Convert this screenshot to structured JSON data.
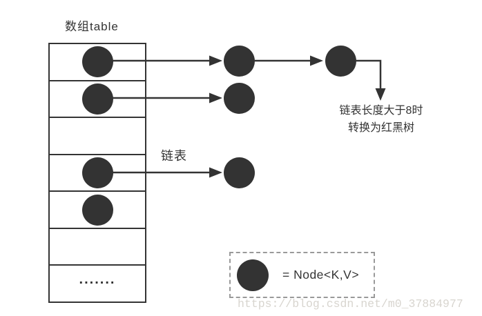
{
  "title": "数组table",
  "labels": {
    "linked_list": "链表",
    "treeify_note_line1": "链表长度大于8时",
    "treeify_note_line2": "转换为红黑树"
  },
  "array_table": {
    "dots": ".......",
    "buckets": [
      {
        "row": 1,
        "has_node": true,
        "chained_nodes": 2,
        "note": "chain ends with arrow pointing down to treeify note"
      },
      {
        "row": 2,
        "has_node": true,
        "chained_nodes": 1
      },
      {
        "row": 3,
        "has_node": false,
        "chained_nodes": 0
      },
      {
        "row": 4,
        "has_node": true,
        "chained_nodes": 1,
        "label": "链表"
      },
      {
        "row": 5,
        "has_node": true,
        "chained_nodes": 0
      },
      {
        "row": 6,
        "has_node": false,
        "chained_nodes": 0
      },
      {
        "row": 7,
        "has_node": false,
        "chained_nodes": 0,
        "text": "......."
      }
    ]
  },
  "legend": {
    "symbol": "node-circle",
    "text": "= Node<K,V>"
  },
  "watermark": "https://blog.csdn.net/m0_37884977",
  "colors": {
    "background": "#ffffff",
    "node_fill": "#333333",
    "line": "#333333",
    "text": "#333333",
    "legend_border": "#999999",
    "watermark_text": "#d8d5cf"
  }
}
